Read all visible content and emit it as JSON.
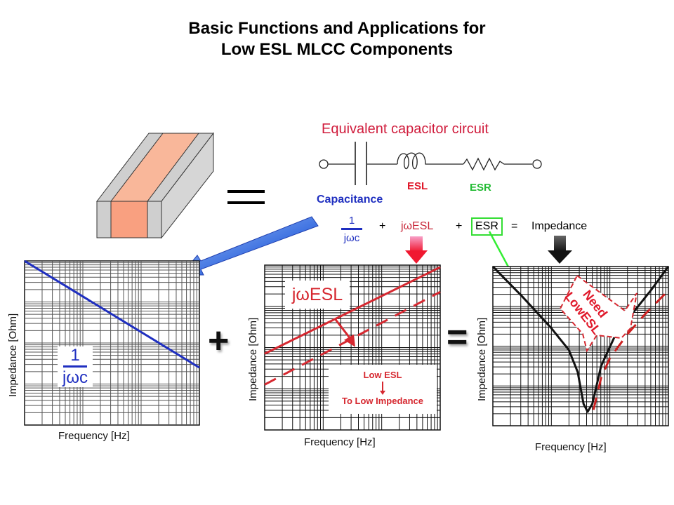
{
  "title": {
    "line1": "Basic Functions and Applications for",
    "line2": "Low ESL MLCC Components"
  },
  "component_icon": "mlcc-chip-icon",
  "equivalence_symbol": "equals-icon",
  "circuit": {
    "title": "Equivalent capacitor circuit",
    "elements": [
      "capacitor",
      "inductor",
      "resistor"
    ],
    "labels": {
      "capacitance": "Capacitance",
      "esl": "ESL",
      "esr": "ESR"
    }
  },
  "equation": {
    "cap_numerator": "1",
    "cap_denominator": "jωc",
    "plus1": "+",
    "esl_term": "jωESL",
    "plus2": "+",
    "esr_term": "ESR",
    "equals": "=",
    "result": "Impedance"
  },
  "colors": {
    "capacitance": "#1f2fc0",
    "esl": "#d62830",
    "esr": "#33dd33",
    "impedance": "#111111",
    "chip_body": "#d0d0d0",
    "chip_electrode": "#f9a080"
  },
  "operators": {
    "plus": "+",
    "equals": "="
  },
  "chart_data": [
    {
      "type": "line",
      "title": "Capacitive impedance",
      "xlabel": "Frequency [Hz]",
      "ylabel": "Impedance [Ohm]",
      "xscale": "log",
      "yscale": "log",
      "grid": true,
      "x_decades": 3,
      "y_decades": 4,
      "annotation": {
        "numerator": "1",
        "denominator": "jωc"
      },
      "series": [
        {
          "name": "1/jωc",
          "style": "solid",
          "color": "#1f2fc0",
          "x": [
            0,
            3
          ],
          "y": [
            4,
            1.4
          ]
        }
      ]
    },
    {
      "type": "line",
      "title": "Inductive impedance",
      "xlabel": "Frequency [Hz]",
      "ylabel": "Impedance [Ohm]",
      "xscale": "log",
      "yscale": "log",
      "grid": true,
      "x_decades": 3,
      "y_decades": 4,
      "annotation": "jωESL",
      "note": {
        "line1": "Low ESL",
        "line2": "To Low Impedance"
      },
      "series": [
        {
          "name": "jωESL",
          "style": "solid",
          "color": "#d62830",
          "x": [
            0,
            3
          ],
          "y": [
            1.85,
            3.95
          ]
        },
        {
          "name": "Low ESL",
          "style": "dashed",
          "color": "#d62830",
          "x": [
            0,
            3
          ],
          "y": [
            1.1,
            3.35
          ]
        }
      ]
    },
    {
      "type": "line",
      "title": "Total impedance",
      "xlabel": "Frequency [Hz]",
      "ylabel": "Impedance [Ohm]",
      "xscale": "log",
      "yscale": "log",
      "grid": true,
      "x_decades": 3,
      "y_decades": 4,
      "callout": {
        "line1": "Need",
        "line2": "LowESL"
      },
      "series": [
        {
          "name": "Impedance",
          "style": "solid",
          "color": "#111111",
          "x": [
            0,
            0.5,
            1.0,
            1.3,
            1.45,
            1.55,
            1.62,
            1.7,
            1.85,
            2.1,
            2.4,
            2.7,
            3.0
          ],
          "y": [
            4,
            3.25,
            2.45,
            1.9,
            1.35,
            0.55,
            0.35,
            0.55,
            1.5,
            2.3,
            2.85,
            3.4,
            4
          ]
        },
        {
          "name": "Low ESL impedance",
          "style": "dashed",
          "color": "#cc2020",
          "x": [
            1.72,
            1.85,
            2.0,
            2.3,
            2.6,
            3.0
          ],
          "y": [
            0.4,
            1.2,
            1.7,
            2.3,
            2.8,
            3.4
          ]
        }
      ]
    }
  ]
}
